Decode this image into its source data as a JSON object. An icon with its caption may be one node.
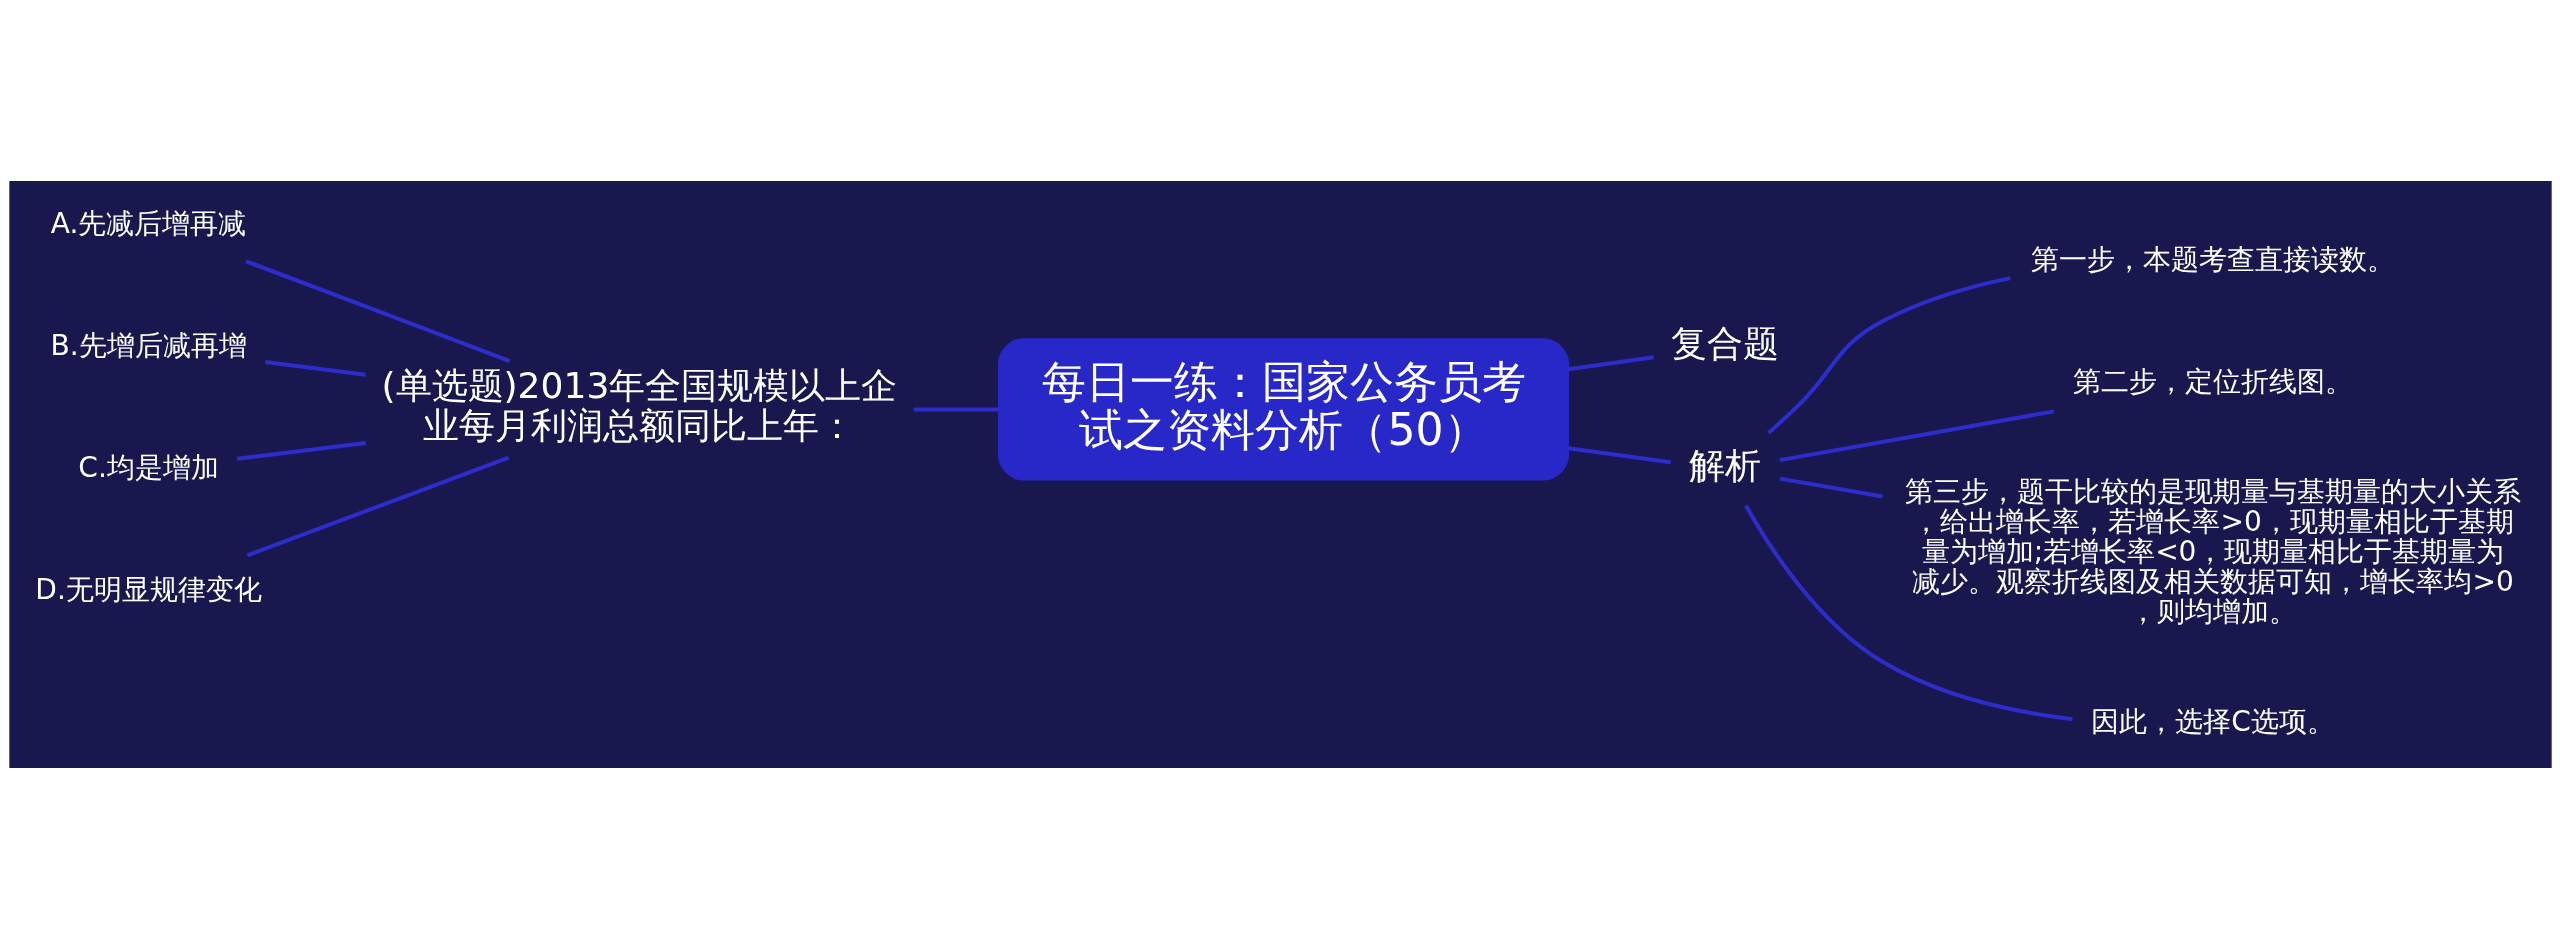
{
  "diagram": {
    "nodes": [
      {
        "text": [
          "每日一练：国家公务员考试之资料分析（50）"
        ]
      },
      {
        "text": [
          "(单选题)2013年全国规模以上企业每月利润总额同比上年："
        ]
      },
      {
        "text": [
          "A.先减后增再减"
        ]
      },
      {
        "text": [
          "B.先增后减再增"
        ]
      },
      {
        "text": [
          "C.均是增加"
        ]
      },
      {
        "text": [
          "D.无明显规律变化"
        ]
      },
      {
        "text": [
          "复合题"
        ]
      },
      {
        "text": [
          "解析"
        ]
      },
      {
        "text": [
          "第一步，本题考查直接读数。"
        ]
      },
      {
        "text": [
          "第二步，定位折线图。"
        ]
      },
      {
        "text": [
          "第三步，题干比较的是现期量与基期量的大小关系，给出增长率，若增长率>0，现期量相比于基期量为增加;若增长率<0，现期量相比于基期量为减少。观察折线图及相关数据可知，增长率均>0，则均增加。"
        ]
      },
      {
        "text": [
          "因此，选择C选项。"
        ]
      }
    ],
    "edges": [
      {
        "from": 0,
        "to": 1,
        "arrow": "none"
      },
      {
        "from": 1,
        "to": 2,
        "arrow": "none"
      },
      {
        "from": 1,
        "to": 3,
        "arrow": "none"
      },
      {
        "from": 1,
        "to": 4,
        "arrow": "none"
      },
      {
        "from": 1,
        "to": 5,
        "arrow": "none"
      },
      {
        "from": 0,
        "to": 6,
        "arrow": "none"
      },
      {
        "from": 0,
        "to": 7,
        "arrow": "none"
      },
      {
        "from": 7,
        "to": 8,
        "arrow": "none"
      },
      {
        "from": 7,
        "to": 9,
        "arrow": "none"
      },
      {
        "from": 7,
        "to": 10,
        "arrow": "none"
      },
      {
        "from": 7,
        "to": 11,
        "arrow": "none"
      }
    ]
  }
}
